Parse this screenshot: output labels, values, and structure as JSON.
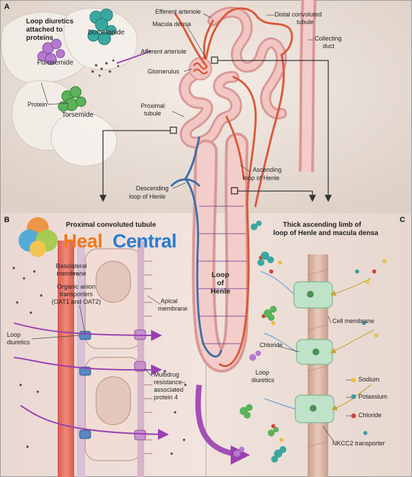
{
  "panels": {
    "a": {
      "letter": "A",
      "title_line1": "Loop diuretics",
      "title_line2": "attached to",
      "title_line3": "proteins",
      "drugs": {
        "bumetanide": "Bumetanide",
        "furosemide": "Furosemide",
        "torsemide": "Torsemide"
      },
      "protein_label": "Protein",
      "labels": {
        "efferent_arteriole": "Efferent arteriole",
        "macula_densa": "Macula densa",
        "afferent_arteriole": "Afferent arteriole",
        "glomerulus": "Glomerulus",
        "proximal_tubule_1": "Proximal",
        "proximal_tubule_2": "tubule",
        "distal_1": "Distal convoluted",
        "distal_2": "tubule",
        "collecting_1": "Collecting",
        "collecting_2": "duct",
        "ascending_1": "Ascending",
        "ascending_2": "loop of Henle",
        "descending_1": "Descending",
        "descending_2": "loop of Henle",
        "loop_1": "Loop",
        "loop_2": "of",
        "loop_3": "Henle"
      }
    },
    "b": {
      "letter": "B",
      "title": "Proximal convoluted tubule",
      "labels": {
        "basolateral_1": "Basolateral",
        "basolateral_2": "membrane",
        "oat_1": "Organic anion",
        "oat_2": "transporters",
        "oat_3": "(OAT1 and OAT2)",
        "apical_1": "Apical",
        "apical_2": "membrane",
        "loop_diuretics_1": "Loop",
        "loop_diuretics_2": "diuretics",
        "mrp_1": "Multidrug",
        "mrp_2": "resistance–",
        "mrp_3": "associated",
        "mrp_4": "protein 4"
      }
    },
    "c": {
      "letter": "C",
      "title_line1": "Thick ascending limb of",
      "title_line2": "loop of Henle and macula densa",
      "labels": {
        "cell_membrane": "Cell membrane",
        "chloride_left": "Chloride",
        "loop_diuretics_1": "Loop",
        "loop_diuretics_2": "diuretics",
        "sodium": "Sodium",
        "potassium": "Potassium",
        "chloride_right": "Chloride",
        "nkcc2": "NKCC2 transporter"
      }
    }
  },
  "watermark": {
    "part1": "Heal",
    "part2": "Central"
  },
  "colors": {
    "artery": "#d9583a",
    "vein_blue": "#3d6fa8",
    "tubule": "#e9b3b0",
    "purple_arrow": "#9a3fb0",
    "membrane_green": "#bfe3c8",
    "watermark_orange": "#f07a1a",
    "watermark_blue": "#2a7bd0"
  }
}
